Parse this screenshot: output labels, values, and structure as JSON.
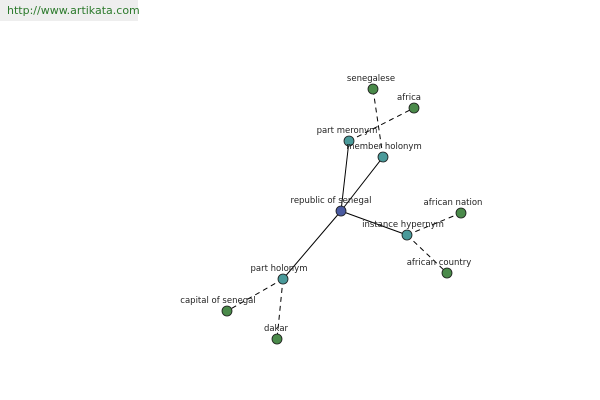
{
  "header": {
    "url": "http://www.artikata.com"
  },
  "colors": {
    "center": "#4a5aa0",
    "relation": "#4a9a9a",
    "leaf": "#4a8a4a"
  },
  "graph": {
    "nodes": [
      {
        "id": "center",
        "label": "republic of senegal",
        "kind": "center"
      },
      {
        "id": "part_meronym",
        "label": "part meronym",
        "kind": "relation"
      },
      {
        "id": "member_holonym",
        "label": "member holonym",
        "kind": "relation"
      },
      {
        "id": "instance_hypernym",
        "label": "instance hypernym",
        "kind": "relation"
      },
      {
        "id": "part_holonym",
        "label": "part holonym",
        "kind": "relation"
      },
      {
        "id": "senegalese",
        "label": "senegalese",
        "kind": "leaf"
      },
      {
        "id": "africa",
        "label": "africa",
        "kind": "leaf"
      },
      {
        "id": "african_nation",
        "label": "african nation",
        "kind": "leaf"
      },
      {
        "id": "african_country",
        "label": "african country",
        "kind": "leaf"
      },
      {
        "id": "capital_of_senegal",
        "label": "capital of senegal",
        "kind": "leaf"
      },
      {
        "id": "dakar",
        "label": "dakar",
        "kind": "leaf"
      }
    ],
    "edges": [
      {
        "from": "center",
        "to": "part_meronym",
        "style": "solid"
      },
      {
        "from": "center",
        "to": "member_holonym",
        "style": "solid"
      },
      {
        "from": "center",
        "to": "instance_hypernym",
        "style": "solid"
      },
      {
        "from": "center",
        "to": "part_holonym",
        "style": "solid"
      },
      {
        "from": "member_holonym",
        "to": "senegalese",
        "style": "dashed"
      },
      {
        "from": "part_meronym",
        "to": "africa",
        "style": "dashed"
      },
      {
        "from": "instance_hypernym",
        "to": "african_nation",
        "style": "dashed"
      },
      {
        "from": "instance_hypernym",
        "to": "african_country",
        "style": "dashed"
      },
      {
        "from": "part_holonym",
        "to": "capital_of_senegal",
        "style": "dashed"
      },
      {
        "from": "part_holonym",
        "to": "dakar",
        "style": "dashed"
      }
    ]
  }
}
